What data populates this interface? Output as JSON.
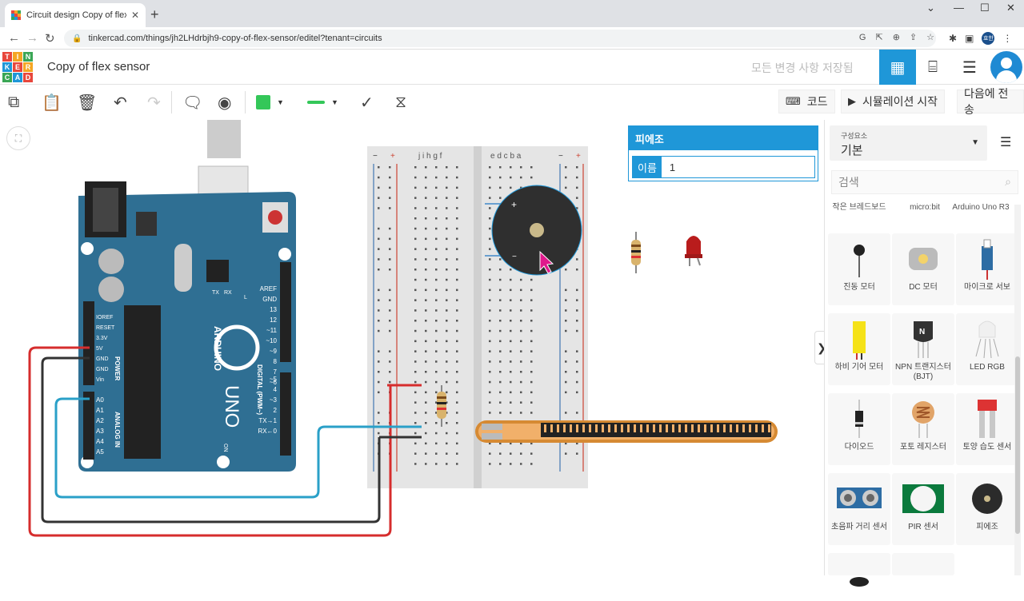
{
  "browser": {
    "tab_title": "Circuit design Copy of flex sens",
    "url": "tinkercad.com/things/jh2LHdrbjh9-copy-of-flex-sensor/editel?tenant=circuits",
    "profile_initials": "효한"
  },
  "app": {
    "project_title": "Copy of flex sensor",
    "save_status": "모든 변경 사항 저장됨"
  },
  "toolbar": {
    "code_label": "코드",
    "simulate_label": "시뮬레이션 시작",
    "send_label": "다음에 전송",
    "wire_color": "#34c759"
  },
  "inspector": {
    "title": "피에조",
    "name_label": "이름",
    "name_value": "1"
  },
  "panel": {
    "category_small": "구성요소",
    "category_value": "기본",
    "search_placeholder": "검색",
    "top_labels": [
      "작은 브레드보드",
      "micro:bit",
      "Arduino Uno R3"
    ],
    "components": [
      {
        "label": "진동 모터"
      },
      {
        "label": "DC 모터"
      },
      {
        "label": "마이크로 서보"
      },
      {
        "label": "하비 기어 모터"
      },
      {
        "label": "NPN 트랜지스터(BJT)"
      },
      {
        "label": "LED RGB"
      },
      {
        "label": "다이오드"
      },
      {
        "label": "포토 레지스터"
      },
      {
        "label": "토양 습도 센서"
      },
      {
        "label": "초음파 거리 센서"
      },
      {
        "label": "PIR 센서"
      },
      {
        "label": "피에조"
      }
    ]
  },
  "arduino": {
    "power_pins": [
      "IOREF",
      "RESET",
      "3.3V",
      "5V",
      "GND",
      "GND",
      "Vin"
    ],
    "analog_pins": [
      "A0",
      "A1",
      "A2",
      "A3",
      "A4",
      "A5"
    ],
    "digital_pins": [
      "AREF",
      "GND",
      "13",
      "12",
      "~11",
      "~10",
      "~9",
      "8",
      "7",
      "~6",
      "~5",
      "4",
      "~3",
      "2",
      "TX→1",
      "RX←0"
    ],
    "brand": "ARDUINO",
    "model": "UNO",
    "power_label": "POWER",
    "analog_label": "ANALOG IN",
    "digital_label": "DIGITAL (PWM~)",
    "tx_label": "TX",
    "rx_label": "RX",
    "l_label": "L",
    "on_label": "ON"
  },
  "breadboard": {
    "left_cols": "j i h g f",
    "right_cols": "e d c b a",
    "plus": "+",
    "minus": "−"
  }
}
